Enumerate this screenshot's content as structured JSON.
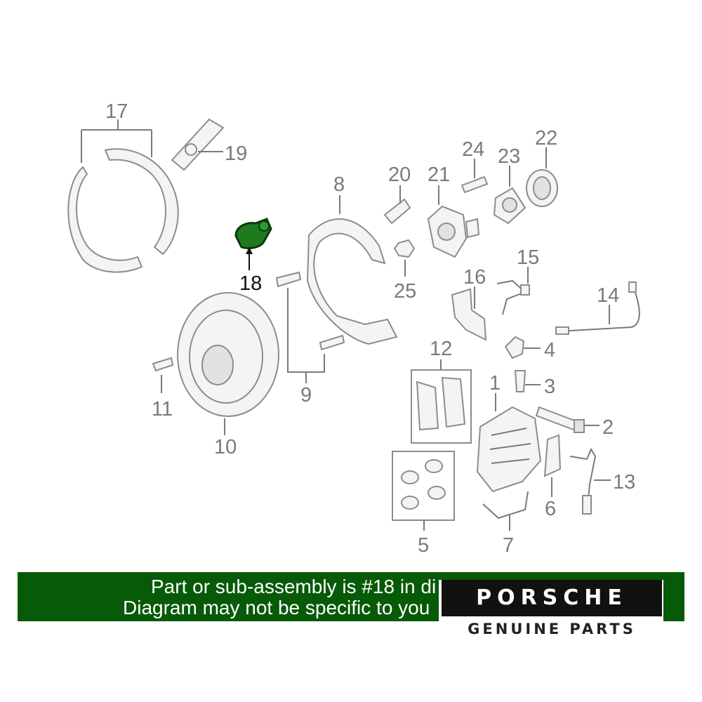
{
  "callouts": {
    "c1": "1",
    "c2": "2",
    "c3": "3",
    "c4": "4",
    "c5": "5",
    "c6": "6",
    "c7": "7",
    "c8": "8",
    "c9": "9",
    "c10": "10",
    "c11": "11",
    "c12": "12",
    "c13": "13",
    "c14": "14",
    "c15": "15",
    "c16": "16",
    "c17": "17",
    "c18": "18",
    "c19": "19",
    "c20": "20",
    "c21": "21",
    "c22": "22",
    "c23": "23",
    "c24": "24",
    "c25": "25"
  },
  "highlight": {
    "part": "18",
    "color": "#1f7a1f"
  },
  "banner": {
    "line1": "Part or sub-assembly is #18 in di",
    "line2": "Diagram may not be specific to you",
    "color": "#075a07"
  },
  "logo": {
    "brand": "PORSCHE",
    "tagline": "GENUINE PARTS"
  }
}
